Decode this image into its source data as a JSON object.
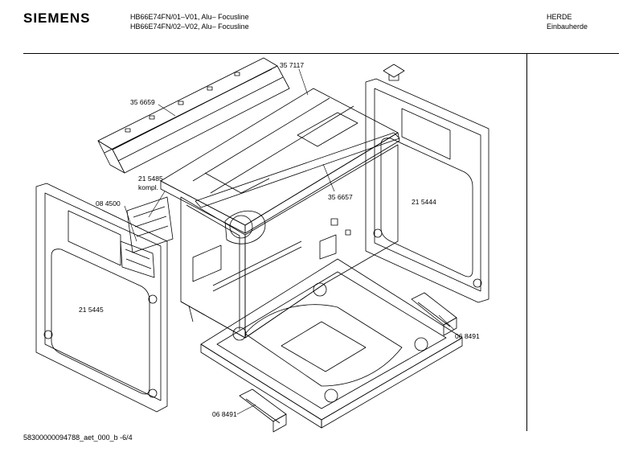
{
  "header": {
    "brand": "SIEMENS",
    "model_lines": [
      "HB66E74FN/01–V01, Alu– Focusline",
      "HB66E74FN/02–V02, Alu– Focusline"
    ],
    "category_lines": [
      "HERDE",
      "Einbauherde"
    ]
  },
  "parts": {
    "top_cover": "35  7117",
    "rear_rail": "35 6659",
    "fan_cover": "21 5485",
    "fan_cover_note": "kompl.",
    "bracket": "08 4500",
    "front_trim": "35 6657",
    "right_side_panel": "21 5444",
    "left_side_panel": "21 5445",
    "hinge_right": "06 8491",
    "hinge_left": "06 8491"
  },
  "footer": {
    "document_code": "58300000094788_aet_000_b  -6/4"
  }
}
